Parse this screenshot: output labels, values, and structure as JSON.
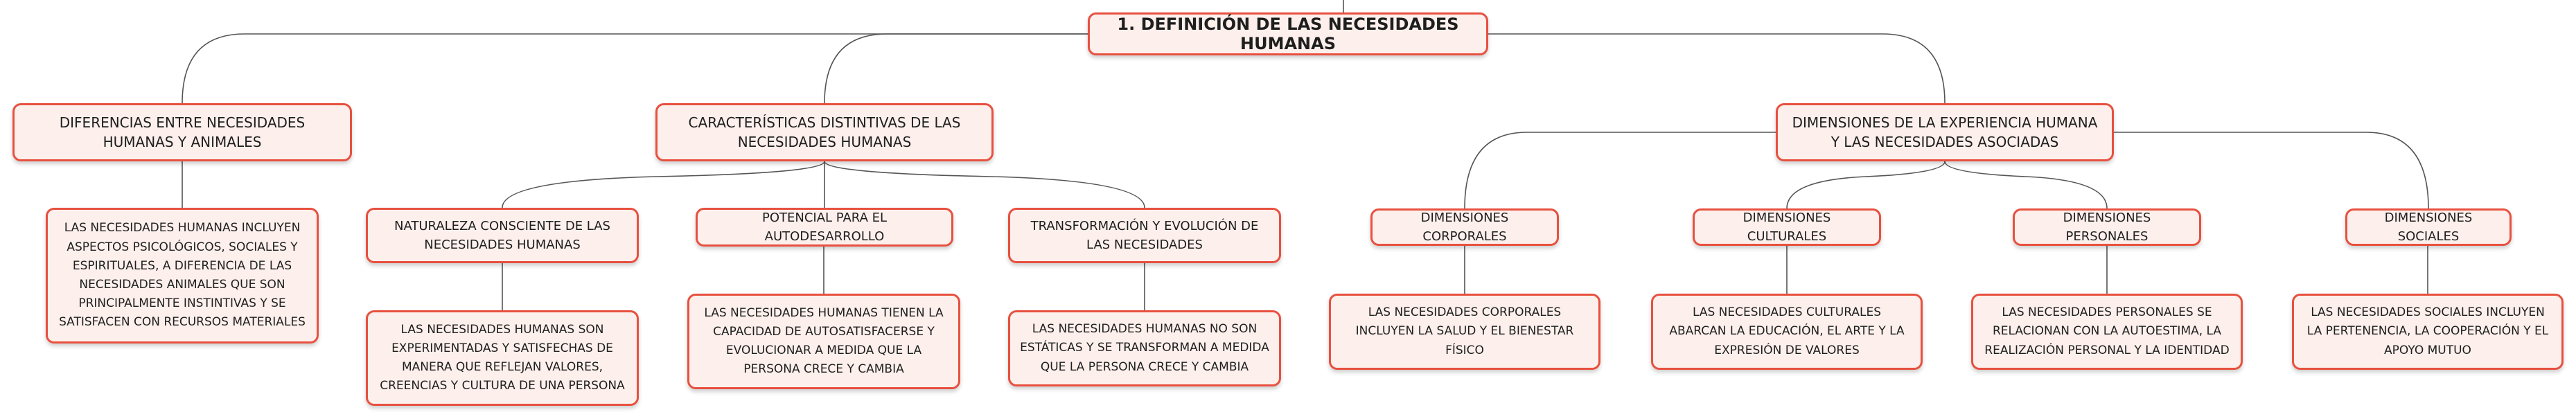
{
  "colors": {
    "border": "#e8503f",
    "fill": "#fdf0ec",
    "line": "#555555"
  },
  "root": {
    "label": "1. Definición de las necesidades humanas"
  },
  "branches": {
    "diferencias": {
      "label": "Diferencias entre necesidades humanas y animales",
      "leaf": "Las necesidades humanas incluyen aspectos psicológicos, sociales y espirituales, a diferencia de las necesidades animales que son principalmente instintivas y se satisfacen con recursos materiales"
    },
    "caracteristicas": {
      "label": "Características distintivas de las necesidades humanas",
      "naturaleza": {
        "label": "Naturaleza consciente de las necesidades humanas",
        "leaf": "Las necesidades humanas son experimentadas y satisfechas de manera que reflejan valores, creencias y cultura de una persona"
      },
      "potencial": {
        "label": "Potencial para el autodesarrollo",
        "leaf": "Las necesidades humanas tienen la capacidad de autosatisfacerse y evolucionar a medida que la persona crece y cambia"
      },
      "transformacion": {
        "label": "Transformación y evolución de las necesidades",
        "leaf": "Las necesidades humanas no son estáticas y se transforman a medida que la persona crece y cambia"
      }
    },
    "dimensiones": {
      "label": "Dimensiones de la experiencia humana y las necesidades asociadas",
      "corporales": {
        "label": "Dimensiones corporales",
        "leaf": "Las necesidades corporales incluyen la salud y el bienestar físico"
      },
      "culturales": {
        "label": "Dimensiones culturales",
        "leaf": "Las necesidades culturales abarcan la educación, el arte y la expresión de valores"
      },
      "personales": {
        "label": "Dimensiones personales",
        "leaf": "Las necesidades personales se relacionan con la autoestima, la realización personal y la identidad"
      },
      "sociales": {
        "label": "Dimensiones sociales",
        "leaf": "Las necesidades sociales incluyen la pertenencia, la cooperación y el apoyo mutuo"
      }
    }
  }
}
